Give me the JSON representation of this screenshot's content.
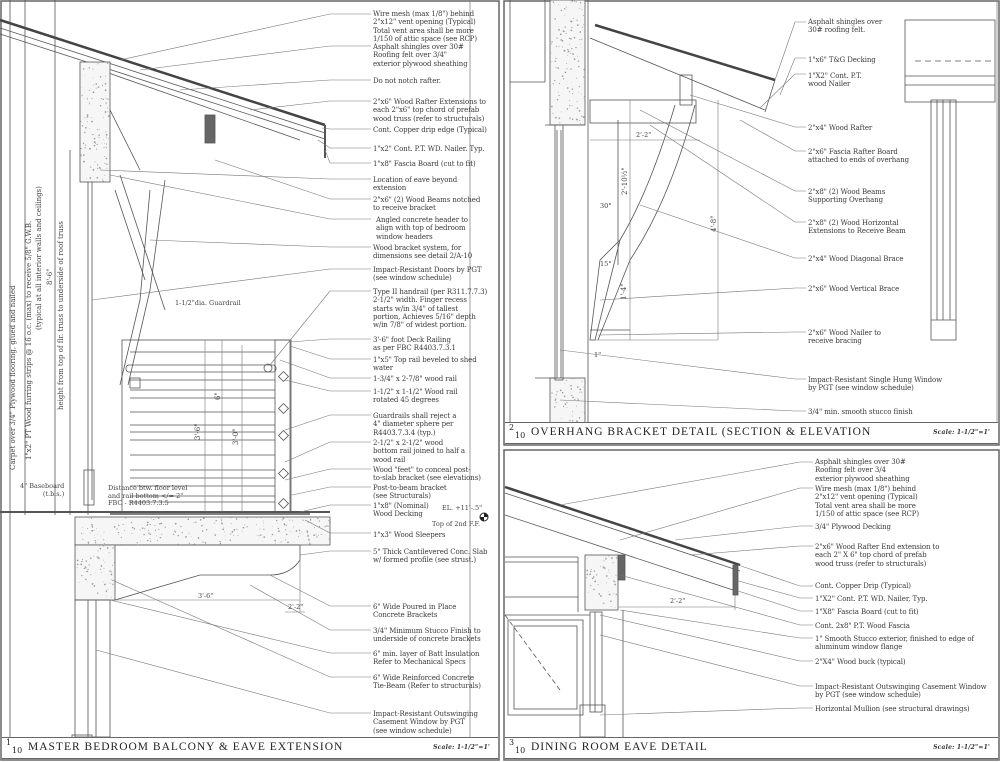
{
  "panel1": {
    "number": "1",
    "sheet": "10",
    "title": "MASTER BEDROOM BALCONY & EAVE EXTENSION",
    "scale": "Scale: 1-1/2\"=1'",
    "notes": [
      "Wire mesh (max 1/8\") behind\n2\"x12\" vent opening (Typical)\nTotal vent area shall be more\n1/150 of attic space (see RCP)",
      "Asphalt shingles over 30#\nRoofing felt over 3/4\"\nexterior plywood sheathing",
      "Do not notch rafter.",
      "2\"x6\" Wood Rafter Extensions to\neach 2\"x6\" top chord of prefab\nwood truss (refer to structurals)",
      "Cont. Copper drip edge (Typical)",
      "1\"x2\" Cont. P.T. WD. Nailer. Typ.",
      "1\"x8\" Fascia Board (cut to fit)",
      "Location of eave beyond\nextension",
      "2\"x6\" (2) Wood Beams notched\nto receive bracket",
      "Angled concrete header to\nalign with top of bedroom\nwindow headers",
      "Wood bracket system, for\ndimensions see detail 2/A-10",
      "Impact-Resistant Doors by PGT\n(see window schedule)",
      "Type II handrail (per R311.7.7.3)\n2-1/2\" width. Finger recess\nstarts w/in 3/4\" of tallest\nportion, Achieves 5/16\" depth\nw/in 7/8\" of widest portion.",
      "3'-6\" foot Deck Railing\nas per FBC R4403.7.3.1",
      "1\"x5\" Top rail beveled to shed\nwater",
      "1-3/4\" x 2-7/8\" wood rail",
      "1-1/2\" x 1-1/2\" Wood rail\nrotated 45 degrees",
      "Guardrails shall reject a\n4\" diameter sphere per\nR4403.7.3.4 (typ.)",
      "2-1/2\" x 2-1/2\" wood\nbottom rail joined to half a\nwood rail",
      "Wood \"feet\" to conceal post-\nto-slab bracket (see elevations)",
      "Post-to-beam bracket\n(see Structurals)",
      "1\"x8\" (Nominal)\nWood Decking",
      "1\"x3\" Wood Sleepers",
      "5\" Thick Cantilevered Conc. Slab\nw/ formed profile (see strust.)",
      "6\" Wide Poured in Place\nConcrete Brackets",
      "3/4\" Minimum Stucco Finish to\nunderside of concrete brackets",
      "6\" min. layer of Batt Insulation\nRefer to Mechanical Specs",
      "6\" Wide Reinforced Concrete\nTie-Beam (Refer to structurals)",
      "Impact-Resistant Outswinging\nCasement Window by PGT\n(see window schedule)"
    ],
    "elevation": "EL. +11'-.5\"",
    "elevation_label": "Top of 2nd F.F.",
    "vertical_notes": [
      "Carpet over 3/4\" Plywood flooring, glued and nailed",
      "1\"x2\" PT Wood furring strips @ 16 o.c. (max) to receive 5/8\" G.W.B.",
      "(typical at all interior walls and ceilings)",
      "8'-6\"",
      "height from top of flr. truss to underside of roof truss"
    ],
    "labels": {
      "guardrail": "1-1/2\"dia. Guardrail",
      "baseboard": "4\" Baseboard\n(t.b.s.)",
      "distance": "Distance btw. floor level\nand rail bottom </= 2\"\nFBC - R4403.7.3.5",
      "rail_height": "3'-6\"",
      "rail_height2": "3'-0\"",
      "spacing": "6\"",
      "overhang": "3'-6\"",
      "bracket": "2'-2\""
    }
  },
  "panel2": {
    "number": "2",
    "sheet": "10",
    "title": "OVERHANG BRACKET DETAIL (SECTION & ELEVATION",
    "scale": "Scale: 1-1/2\"=1'",
    "notes": [
      "Asphalt shingles over\n30# roofing felt.",
      "1\"x6\" T&G Decking",
      "1\"X2\" Cont. P.T.\nwood Nailer",
      "2\"x4\" Wood Rafter",
      "2\"x6\" Fascia Rafter Board\nattached to ends of overhang",
      "2\"x8\" (2) Wood Beams\nSupporting Overhang",
      "2\"x8\" (2) Wood Horizontal\nExtensions to Receive Beam",
      "2\"x4\" Wood Diagonal Brace",
      "2\"x6\" Wood Vertical Brace",
      "2\"x6\" Wood Nailer to\nreceive bracing",
      "Impact-Resistant Single Hung Window\nby PGT (see window schedule)",
      "3/4\" min. smooth stucco finish"
    ],
    "labels": {
      "width": "2'-2\"",
      "angle1": "30°",
      "angle2": "15°",
      "height": "4'-8\"",
      "brace": "2'-10½\"",
      "lower": "1'-4\"",
      "gap": "1\""
    }
  },
  "panel3": {
    "number": "3",
    "sheet": "10",
    "title": "DINING ROOM EAVE DETAIL",
    "scale": "Scale: 1-1/2\"=1'",
    "notes": [
      "Asphalt shingles over 30#\nRoofing felt over 3/4\nexterior plywood sheathing",
      "Wire mesh (max 1/8\") behind\n2\"x12\" vent opening (Typical)\nTotal vent area shall be more\n1/150 of attic space (see RCP)",
      "3/4\" Plywood Decking",
      "2\"x6\" Wood Rafter End extension to\neach 2\" X 6\" top chord of prefab\nwood truss (refer to structurals)",
      "Cont. Copper Drip (Typical)",
      "1\"X2\" Cont. P.T. WD. Nailer, Typ.",
      "1\"X8\" Fascia Board (cut to fit)",
      "Cont. 2x8\" P.T. Wood Fascia",
      "1\" Smooth Stucco exterior, finished to edge of\naluminum window flange",
      "2\"X4\" Wood buck (typical)",
      "Impact-Resistant Outswinging Casement Window\nby PGT (see window schedule)",
      "Horizontal Mullion (see structural drawings)"
    ],
    "labels": {
      "overhang": "2'-2\""
    }
  },
  "colors": {
    "line": "#555555",
    "title": "#222222",
    "concrete": "#f4f4f4"
  }
}
